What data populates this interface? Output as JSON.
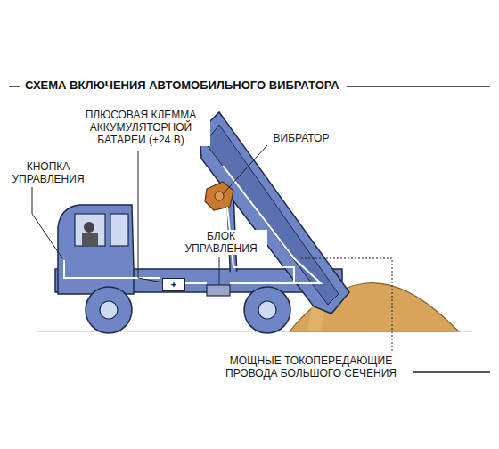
{
  "diagram": {
    "title": "СХЕМА ВКЛЮЧЕНИЯ АВТОМОБИЛЬНОГО ВИБРАТОРА",
    "nodes": [
      {
        "text": [
          "+"
        ]
      }
    ],
    "labels": [
      "ПЛЮСОВАЯ КЛЕММА АККУМУЛЯТОРНОЙ БАТАРЕИ (+24 В)",
      "КНОПКА УПРАВЛЕНИЯ",
      "ВИБРАТОР",
      "БЛОК УПРАВЛЕНИЯ",
      "МОЩНЫЕ ТОКОПЕРЕДАЮЩИЕ ПРОВОДА БОЛЬШОГО СЕЧЕНИЯ"
    ]
  }
}
